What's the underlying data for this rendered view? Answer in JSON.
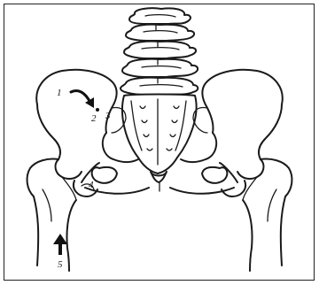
{
  "figure": {
    "labels": {
      "l1": "1",
      "l2": "2",
      "l3": "3",
      "l4": "4",
      "l5": "5"
    },
    "arrows": {
      "a1": "curved-arrow-icon",
      "a5": "up-arrow-icon"
    }
  }
}
